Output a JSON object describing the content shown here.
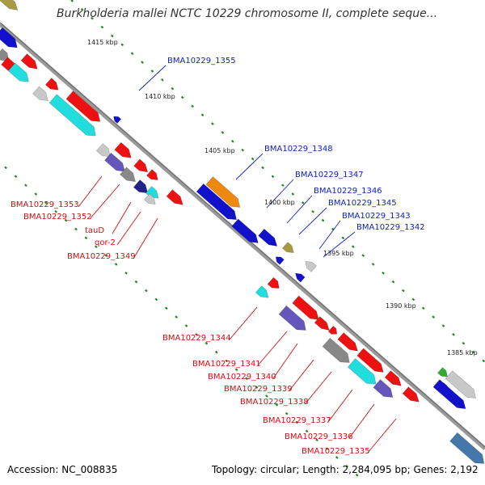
{
  "title": "Burkholderia mallei NCTC 10229 chromosome II, complete seque...",
  "footer": {
    "accession": "Accession: NC_008835",
    "summary": "Topology: circular; Length: 2,284,095 bp; Genes: 2,192"
  },
  "ticks": [
    "1415 kbp",
    "1410 kbp",
    "1405 kbp",
    "1400 kbp",
    "1395 kbp",
    "1390 kbp",
    "1385 kbp"
  ],
  "labels_blue": [
    "BMA10229_1355",
    "BMA10229_1348",
    "BMA10229_1347",
    "BMA10229_1346",
    "BMA10229_1345",
    "BMA10229_1343",
    "BMA10229_1342"
  ],
  "labels_red": [
    "BMA10229_1353",
    "BMA10229_1352",
    "tauD",
    "qor-2",
    "BMA10229_1349",
    "BMA10229_1344",
    "BMA10229_1341",
    "BMA10229_1340",
    "BMA10229_1339",
    "BMA10229_1338",
    "BMA10229_1337",
    "BMA10229_1336",
    "BMA10229_1335"
  ],
  "colors": {
    "red": "#ee1111",
    "blue": "#1111cc",
    "cyan": "#22dddd",
    "gray": "#888888",
    "lightgray": "#c8c8c8",
    "navy": "#222288",
    "orange": "#ee8811",
    "olive": "#aa9944",
    "purple": "#6655bb",
    "green": "#33aa33",
    "steelblue": "#4477aa",
    "tickgreen": "#228822",
    "label_blue": "#1122bb",
    "label_red": "#cc1111"
  }
}
